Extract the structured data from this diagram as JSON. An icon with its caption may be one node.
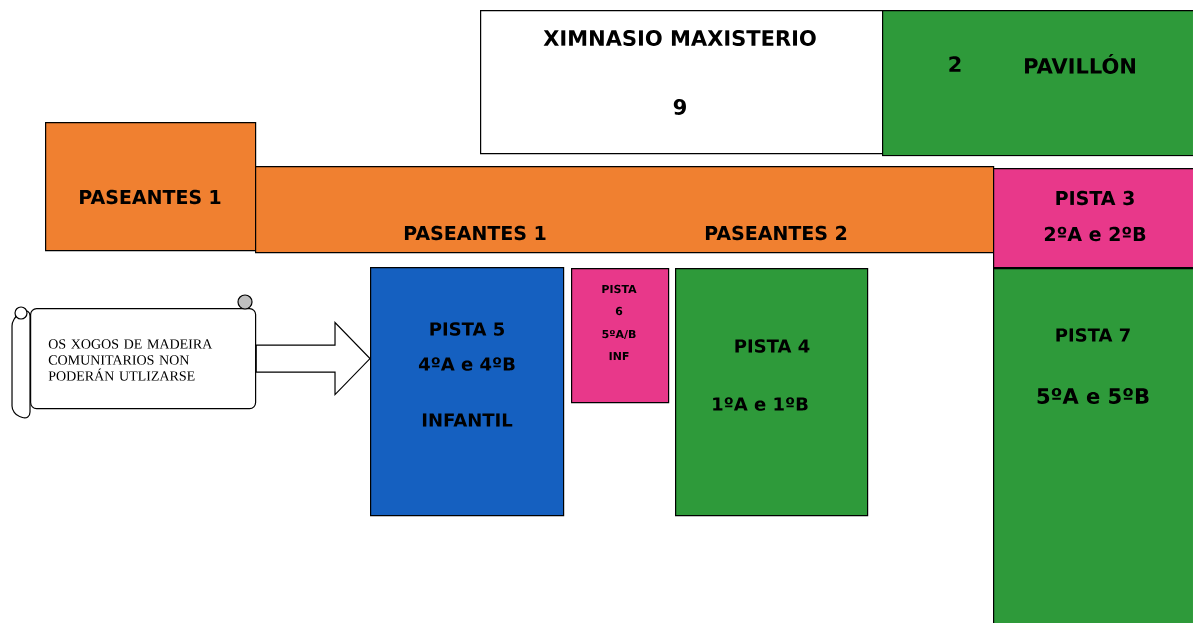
{
  "diagram": {
    "nodes": [
      {
        "text": [
          "XIMNASIO MAXISTERIO",
          "9"
        ]
      },
      {
        "text": [
          "2",
          "PAVILLÓN"
        ]
      },
      {
        "text": [
          "PASEANTES 1"
        ]
      },
      {
        "text": [
          "PASEANTES 1",
          "PASEANTES 2"
        ]
      },
      {
        "text": [
          "PISTA 3",
          "2ºA e 2ºB"
        ]
      },
      {
        "text": [
          "OS XOGOS DE MADEIRA COMUNITARIOS NON PODERÁN UTLIZARSE"
        ]
      },
      {
        "text": [
          "PISTA 5",
          "4ºA e 4ºB",
          "INFANTIL"
        ]
      },
      {
        "text": [
          "PISTA 6",
          "5ºA/B INF"
        ]
      },
      {
        "text": [
          "PISTA 4",
          "1ºA e 1ºB"
        ]
      },
      {
        "text": [
          "PISTA 7",
          "5ºA e 5ºB"
        ]
      }
    ],
    "edges": [
      {
        "from": 5,
        "to": 6,
        "arrow": "to"
      }
    ]
  }
}
